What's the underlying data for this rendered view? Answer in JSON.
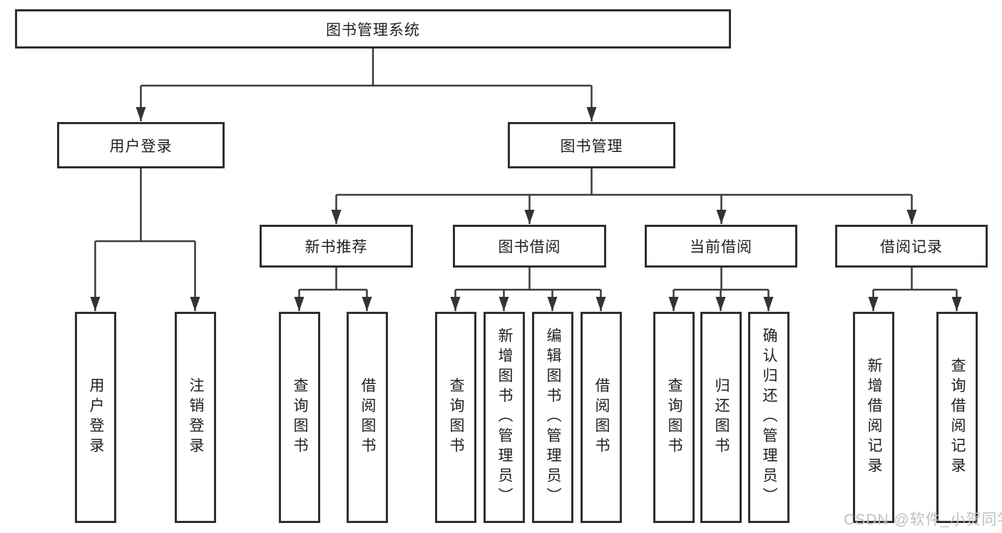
{
  "tree": {
    "label": "图书管理系统",
    "children": [
      {
        "label": "用户登录",
        "children": [
          {
            "label": "用户登录"
          },
          {
            "label": "注销登录"
          }
        ]
      },
      {
        "label": "图书管理",
        "children": [
          {
            "label": "新书推荐",
            "children": [
              {
                "label": "查询图书"
              },
              {
                "label": "借阅图书"
              }
            ]
          },
          {
            "label": "图书借阅",
            "children": [
              {
                "label": "查询图书"
              },
              {
                "label": "新增图书（管理员）"
              },
              {
                "label": "编辑图书（管理员）"
              },
              {
                "label": "借阅图书"
              }
            ]
          },
          {
            "label": "当前借阅",
            "children": [
              {
                "label": "查询图书"
              },
              {
                "label": "归还图书"
              },
              {
                "label": "确认归还（管理员）"
              }
            ]
          },
          {
            "label": "借阅记录",
            "children": [
              {
                "label": "新增借阅记录"
              },
              {
                "label": "查询借阅记录"
              }
            ]
          }
        ]
      }
    ]
  },
  "watermark": "CSDN @软件_小贺同学",
  "colors": {
    "box_border": "#2f2f2f",
    "connector_line": "#3a3a3a",
    "text": "#1f1f1f",
    "watermark_text": "#c1c0c0",
    "background": "#ffffff"
  }
}
